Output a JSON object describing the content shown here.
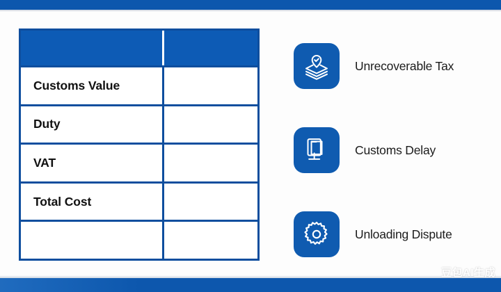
{
  "theme": {
    "brand_blue": "#0d57ad",
    "table_border_blue": "#0e4e9e",
    "header_fill_blue": "#0d5bb5",
    "icon_tile_blue": "#0f5bb0",
    "background": "#fdfdfd",
    "text_dark": "#111111"
  },
  "table": {
    "header": {
      "label_column": "",
      "value_column": ""
    },
    "rows": [
      {
        "label": "Customs Value",
        "value": ""
      },
      {
        "label": "Duty",
        "value": ""
      },
      {
        "label": "VAT",
        "value": ""
      },
      {
        "label": "Total Cost",
        "value": ""
      },
      {
        "label": "",
        "value": ""
      }
    ]
  },
  "issues": {
    "items": [
      {
        "label": "Unrecoverable Tax",
        "icon": "location-pin-layers-icon"
      },
      {
        "label": "Customs Delay",
        "icon": "tablet-monitor-icon"
      },
      {
        "label": "Unloading Dispute",
        "icon": "gear-icon"
      }
    ]
  },
  "watermark": {
    "text": "豆包AI生成"
  }
}
